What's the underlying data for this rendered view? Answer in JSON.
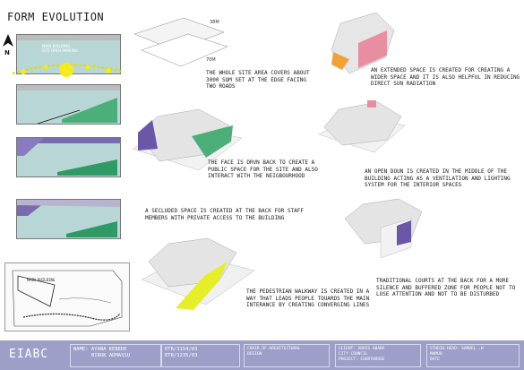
{
  "title": "FORM EVOLUTION",
  "north_label": "N",
  "plan_label": [
    "MAIN BUILDING",
    "SITE OPEN PARKING"
  ],
  "site_plan_label": "MAIN BUILDING",
  "dimensions": {
    "width": "38M",
    "length": "70M"
  },
  "descriptions": [
    "THE WHOLE SITE AREA COVERS ABOUT 3000 SQM SET AT THE EDGE FACING TWO ROADS",
    "AN EXTENDED SPACE IS CREATED FOR CREATING A WIDER SPACE AND IT IS ALSO HELPFUL IN REDUCING DIRECT SUN RADIATION",
    "THE FACE IS DRVN BACK TO CREATE A PUBLIC SPACE FOR THE SITE AND ALSO INTERACT WITH THE NEIGBOURHOOD",
    "AN OPEN DOUN IS CREATED IN THE MIDDLE OF THE BUILDING ACTING AS A VENTILATION AND LIGHTING SYSTEM FOR THE INTERIOR SPACES",
    "A SECLUDED SPACE IS CREATED AT THE BACK FOR STAFF MEMBERS WITH PRIVATE ACCESS TO THE BUILDING",
    "TRADITIONAL COURTS AT THE BACK FOR A MORE SILENCE AND BUFFERED ZONE FOR PEOPLE NOT TO LOSE ATTENTION AND NOT TO BE DISTURBED",
    "THE PEDESTRIAN WALKWAY IS CREATED IN A WAY THAT LEADS PEOPLE TOUARDS THE MAIN INTERANCE BY CREATING CONVERGING LINES"
  ],
  "footer": {
    "logo": "EIABC",
    "name_label": "NAME:",
    "names": [
      "AYANA KEBEDE",
      "BIRUK ADMASSU"
    ],
    "ids": [
      "ETR/3154/03",
      "ETR/1235/03"
    ],
    "course": [
      "CHAIR OF ARCHITECTURAL",
      "DESIGN"
    ],
    "client": [
      "CLIENT: ADDIS ABABA",
      "CITY COUNCIL",
      "PROJECT: COURTHOUSE"
    ],
    "studio": [
      "STUDIO HEAD: SAMUEL .W",
      "MAMUO"
    ],
    "date_label": "DATE"
  },
  "colors": {
    "footer": "#9d9fc9",
    "plan_fill": "#b9d6d6",
    "green": "#4caf7a",
    "purple": "#6a57a8",
    "pink": "#e88ea2",
    "yellow": "#e6ee2a",
    "orange": "#f0a23a"
  }
}
